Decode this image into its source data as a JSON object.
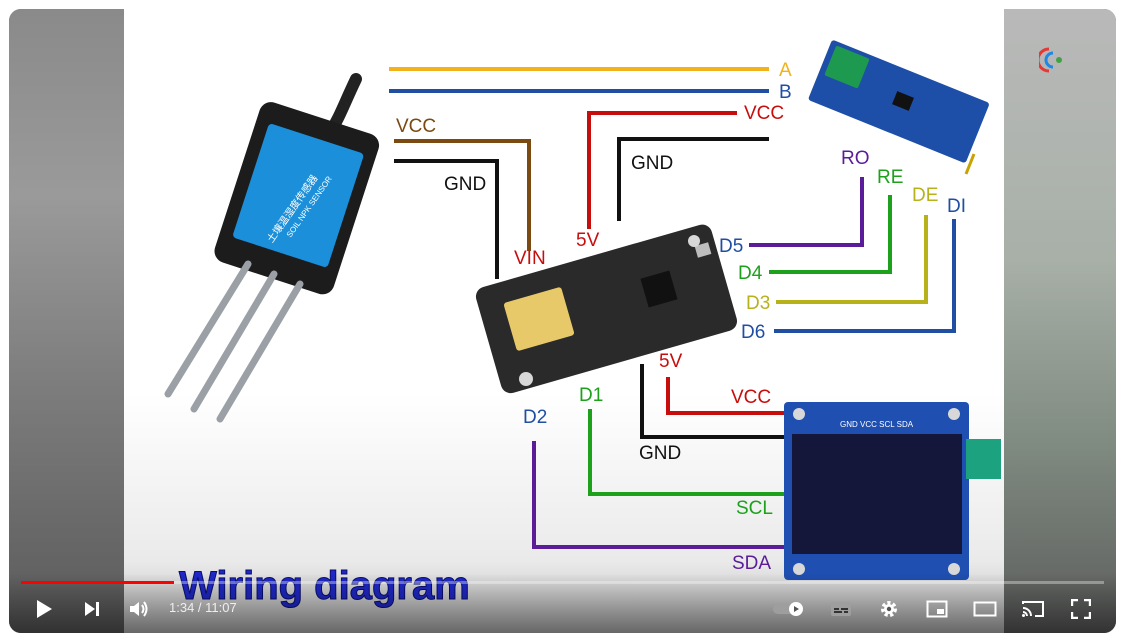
{
  "player": {
    "current_time": "1:34",
    "duration": "11:07",
    "time_separator": " / ",
    "progress_fraction": 0.141,
    "accent_color": "#ff0000"
  },
  "slide": {
    "title": "Wiring diagram",
    "sensor_text_1": "土壤温湿度传感器",
    "sensor_text_2": "SOIL NPK SENSOR",
    "oled_pins": "GND VCC SCL SDA",
    "wires": {
      "A": "A",
      "B": "B",
      "VCC_top": "VCC",
      "GND_top": "GND",
      "VCC_left": "VCC",
      "GND_left": "GND",
      "VIN": "VIN",
      "5V_mcu": "5V",
      "RO": "RO",
      "RE": "RE",
      "DE": "DE",
      "DI": "DI",
      "D5": "D5",
      "D4": "D4",
      "D3": "D3",
      "D6": "D6",
      "5V_oled": "5V",
      "VCC_oled": "VCC",
      "GND_oled": "GND",
      "D1": "D1",
      "D2": "D2",
      "SCL": "SCL",
      "SDA": "SDA"
    }
  },
  "icons": {
    "play": "play-icon",
    "next": "next-icon",
    "volume": "volume-icon",
    "autoplay": "autoplay-toggle-icon",
    "subtitles": "subtitles-icon",
    "settings": "gear-icon",
    "miniplayer": "miniplayer-icon",
    "theater": "theater-icon",
    "cast": "cast-icon",
    "fullscreen": "fullscreen-icon"
  }
}
